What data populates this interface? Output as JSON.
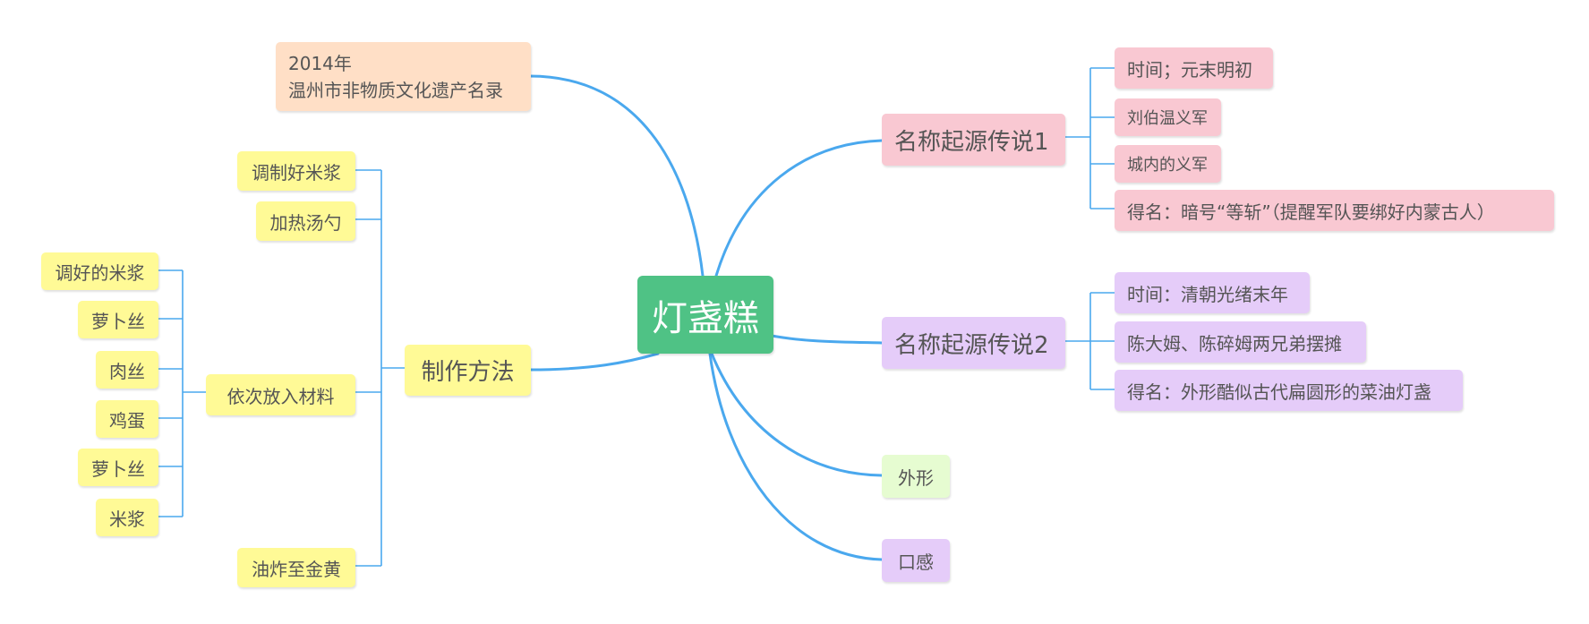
{
  "colors": {
    "link": "#4aa8ee",
    "center": "#4fc285",
    "pink": "#f9c8d2",
    "purple": "#e5ccf9",
    "yellow": "#fffa96",
    "green": "#e6fcd1",
    "peach": "#ffdfc6"
  },
  "center": {
    "label": "灯盏糕"
  },
  "legend1": {
    "label": "名称起源传说1",
    "items": [
      "时间；元末明初",
      "刘伯温义军",
      "城内的义军",
      "得名：暗号“等斩”（提醒军队要绑好内蒙古人）"
    ]
  },
  "legend2": {
    "label": "名称起源传说2",
    "items": [
      "时间：清朝光绪末年",
      "陈大姆、陈碎姆两兄弟摆摊",
      "得名：外形酷似古代扁圆形的菜油灯盏"
    ]
  },
  "shape": {
    "label": "外形"
  },
  "taste": {
    "label": "口感"
  },
  "heritage": {
    "line1": "2014年",
    "line2": "温州市非物质文化遗产名录"
  },
  "method": {
    "label": "制作方法",
    "steps": [
      "调制好米浆",
      "加热汤勺",
      "依次放入材料",
      "油炸至金黄"
    ],
    "materials": [
      "调好的米浆",
      "萝卜丝",
      "肉丝",
      "鸡蛋",
      "萝卜丝",
      "米浆"
    ]
  }
}
